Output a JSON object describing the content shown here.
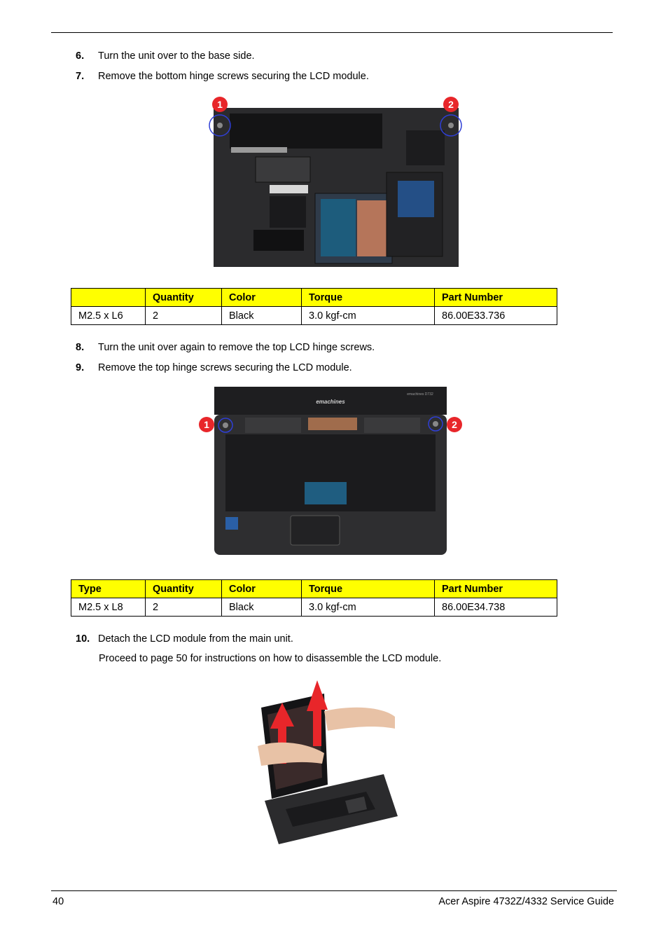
{
  "steps": {
    "s6": {
      "num": "6.",
      "text": "Turn the unit over to the base side."
    },
    "s7": {
      "num": "7.",
      "text": "Remove the bottom hinge screws securing the LCD module."
    },
    "s8": {
      "num": "8.",
      "text": "Turn the unit over again to remove the top LCD hinge screws."
    },
    "s9": {
      "num": "9.",
      "text": "Remove the top hinge screws securing the LCD module."
    },
    "s10": {
      "num": "10.",
      "text": "Detach the LCD module from the main unit."
    }
  },
  "note": "Proceed to page 50 for instructions on how to disassemble the LCD module.",
  "table1": {
    "headers": [
      "",
      "Quantity",
      "Color",
      "Torque",
      "Part Number"
    ],
    "row": [
      "M2.5 x L6",
      "2",
      "Black",
      "3.0 kgf-cm",
      "86.00E33.736"
    ]
  },
  "table2": {
    "headers": [
      "Type",
      "Quantity",
      "Color",
      "Torque",
      "Part Number"
    ],
    "row": [
      "M2.5 x L8",
      "2",
      "Black",
      "3.0 kgf-cm",
      "86.00E34.738"
    ]
  },
  "figure1": {
    "callout1": "1",
    "callout2": "2"
  },
  "figure2": {
    "brand": "emachines",
    "model": "emachines D732",
    "callout1": "1",
    "callout2": "2"
  },
  "footer": {
    "page": "40",
    "guide": "Acer Aspire 4732Z/4332 Service Guide"
  },
  "colors": {
    "header_fill": "#ffff00",
    "callout_red": "#e8262a",
    "callout_ring": "#2f3fd6",
    "chassis": "#2b2b2d"
  }
}
